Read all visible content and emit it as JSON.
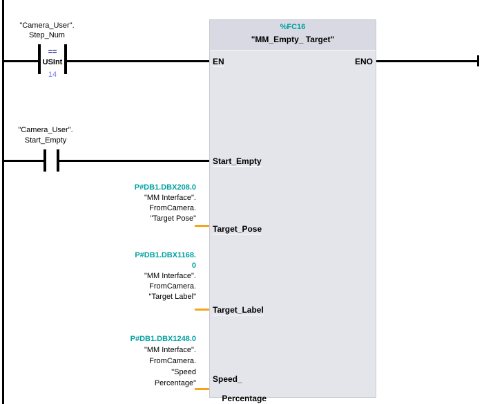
{
  "colors": {
    "teal": "#00A0A0",
    "orange": "#F7A41D",
    "value_blue": "#7A7AF2",
    "header_bg": "#D9D9E3",
    "body_bg": "#E4E4EB",
    "wire": "#000000"
  },
  "rung1_contact": {
    "operand_line1": "\"Camera_User\".",
    "operand_line2": "Step_Num",
    "operator": "==",
    "data_type": "USInt",
    "compare_value": "14"
  },
  "rung2_contact": {
    "operand_line1": "\"Camera_User\".",
    "operand_line2": "Start_Empty"
  },
  "block": {
    "address": "%FC16",
    "name": "\"MM_Empty_ Target\"",
    "pins": {
      "en": "EN",
      "eno": "ENO",
      "start_empty": "Start_Empty",
      "target_pose": "Target_Pose",
      "target_label": "Target_Label",
      "speed_line1": "Speed_",
      "speed_line2": "Percentage"
    }
  },
  "operands": {
    "target_pose": {
      "lines": [
        "P#DB1.DBX208.0",
        "\"MM Interface\".",
        "FromCamera.",
        "\"Target Pose\""
      ]
    },
    "target_label": {
      "lines": [
        "P#DB1.DBX1168.",
        "0",
        "\"MM Interface\".",
        "FromCamera.",
        "\"Target Label\""
      ]
    },
    "speed_percentage": {
      "lines": [
        "P#DB1.DBX1248.0",
        "\"MM Interface\".",
        "FromCamera.",
        "\"Speed",
        "Percentage\""
      ]
    }
  }
}
